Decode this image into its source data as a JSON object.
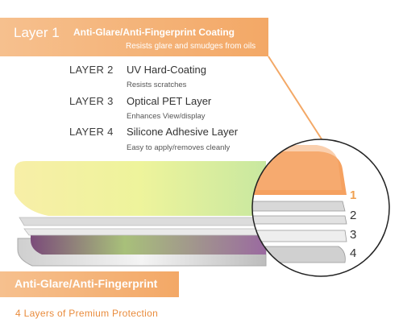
{
  "layer1": {
    "label": "Layer 1",
    "title": "Anti-Glare/Anti-Fingerprint Coating",
    "desc": "Resists glare and smudges from oils"
  },
  "layers": [
    {
      "name": "LAYER 2",
      "title": "UV Hard-Coating",
      "desc": "Resists scratches"
    },
    {
      "name": "LAYER 3",
      "title": "Optical PET Layer",
      "desc": "Enhances View/display"
    },
    {
      "name": "LAYER 4",
      "title": "Silicone Adhesive Layer",
      "desc": "Easy to apply/removes cleanly"
    }
  ],
  "numbers": [
    "1",
    "2",
    "3",
    "4"
  ],
  "bottom": {
    "title": "Anti-Glare/Anti-Fingerprint",
    "subtitle": "4 Layers of Premium Protection"
  },
  "colors": {
    "accent": "#f3a866",
    "accent_text": "#e98c3d"
  }
}
